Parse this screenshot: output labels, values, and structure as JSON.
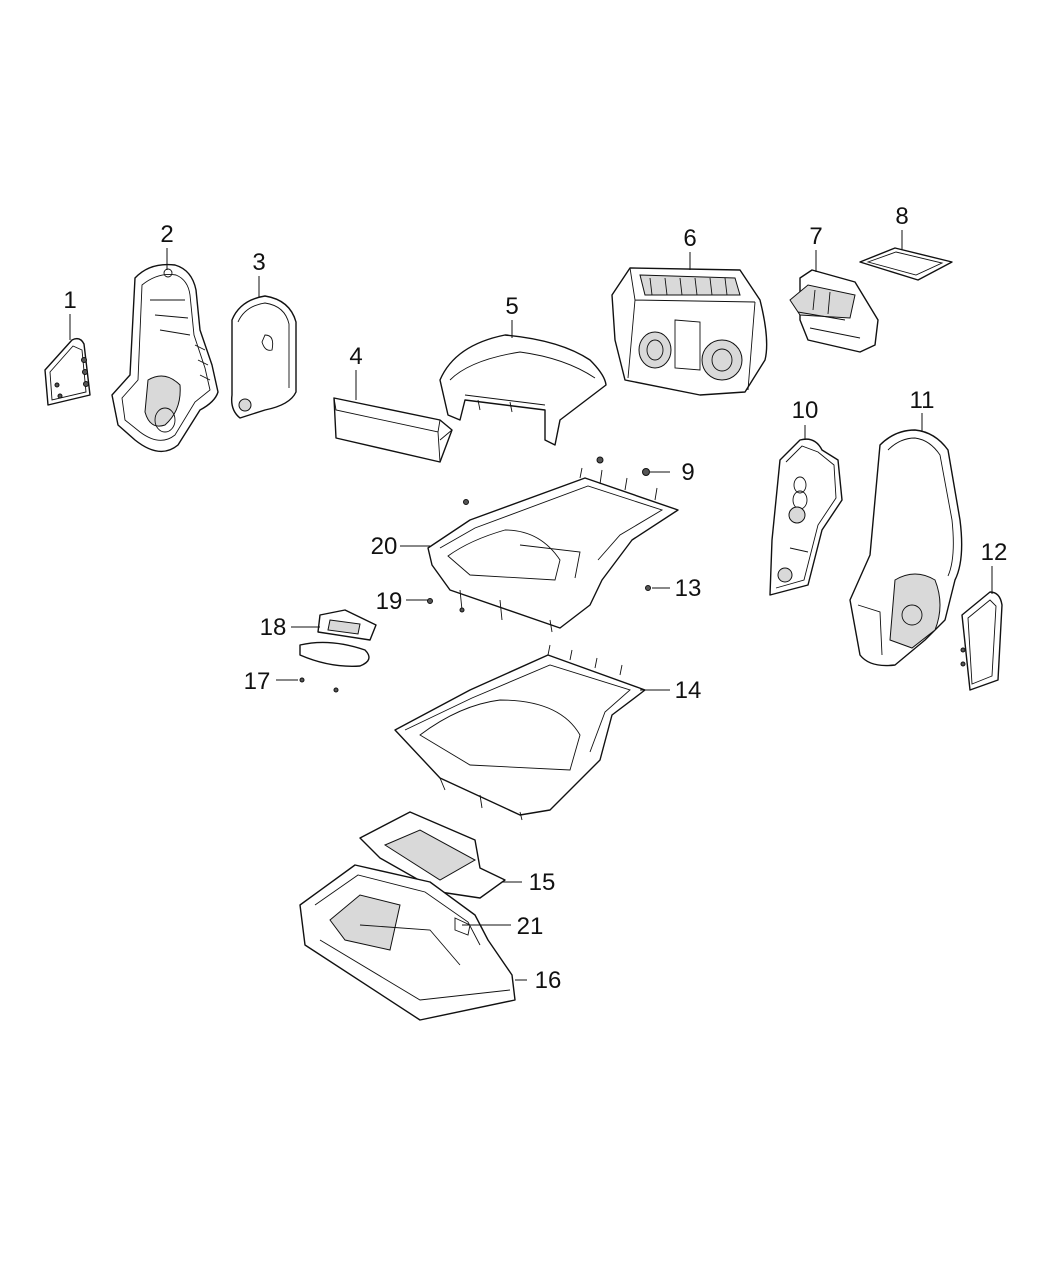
{
  "callouts": [
    {
      "id": "callout-1",
      "text": "1"
    },
    {
      "id": "callout-2",
      "text": "2"
    },
    {
      "id": "callout-3",
      "text": "3"
    },
    {
      "id": "callout-4",
      "text": "4"
    },
    {
      "id": "callout-5",
      "text": "5"
    },
    {
      "id": "callout-6",
      "text": "6"
    },
    {
      "id": "callout-7",
      "text": "7"
    },
    {
      "id": "callout-8",
      "text": "8"
    },
    {
      "id": "callout-9",
      "text": "9"
    },
    {
      "id": "callout-10",
      "text": "10"
    },
    {
      "id": "callout-11",
      "text": "11"
    },
    {
      "id": "callout-12",
      "text": "12"
    },
    {
      "id": "callout-13",
      "text": "13"
    },
    {
      "id": "callout-14",
      "text": "14"
    },
    {
      "id": "callout-15",
      "text": "15"
    },
    {
      "id": "callout-16",
      "text": "16"
    },
    {
      "id": "callout-17",
      "text": "17"
    },
    {
      "id": "callout-18",
      "text": "18"
    },
    {
      "id": "callout-19",
      "text": "19"
    },
    {
      "id": "callout-20",
      "text": "20"
    },
    {
      "id": "callout-21",
      "text": "21"
    }
  ]
}
